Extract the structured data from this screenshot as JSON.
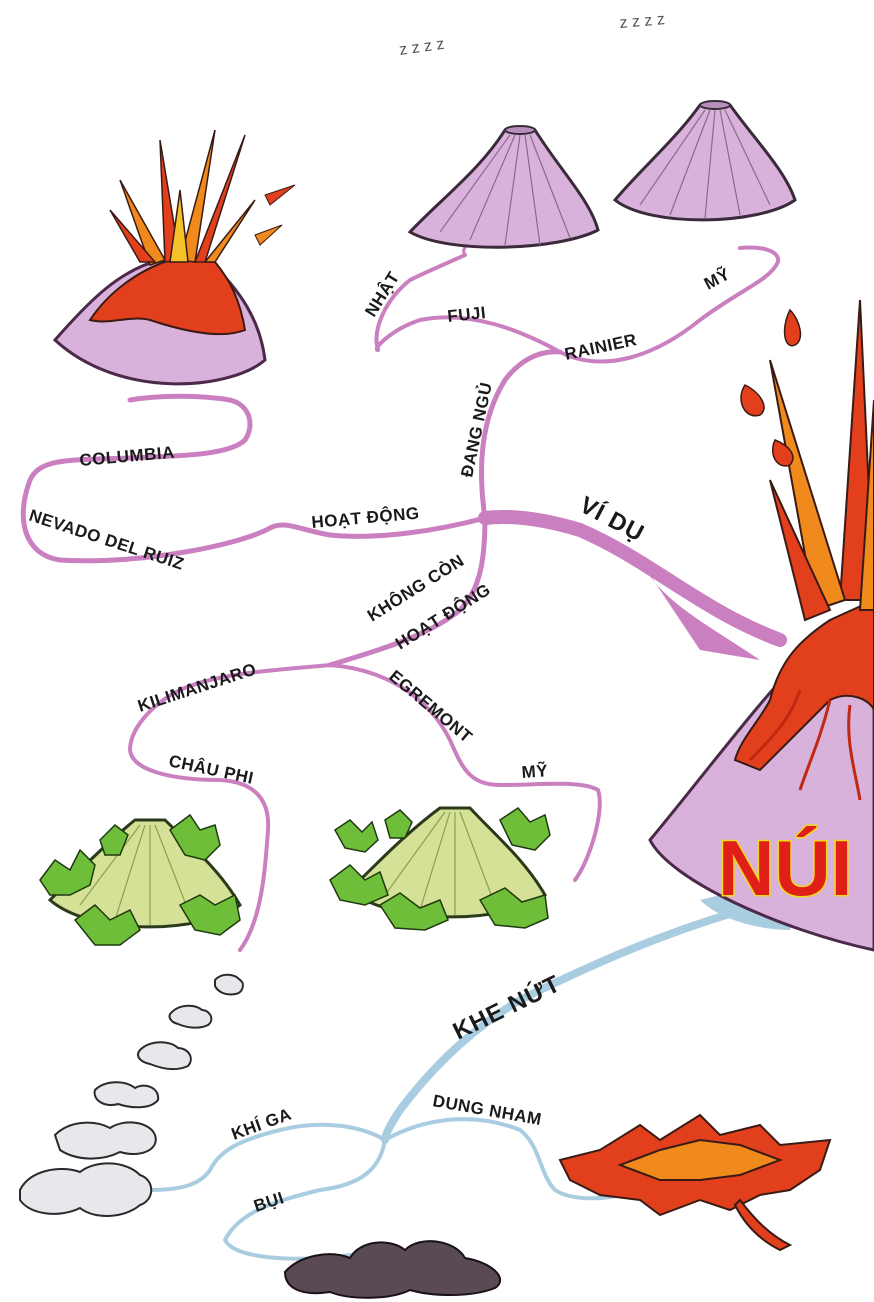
{
  "central": {
    "title": "NÚI"
  },
  "branches": {
    "examples": {
      "label": "VÍ DỤ",
      "dormant": {
        "label": "ĐANG NGỦ",
        "fuji": {
          "name": "FUJI",
          "country": "NHẬT"
        },
        "rainier": {
          "name": "RAINIER",
          "country": "MỸ"
        }
      },
      "active": {
        "label": "HOẠT ĐỘNG",
        "volcano": "NEVADO DEL RUIZ",
        "country": "COLUMBIA"
      },
      "extinct": {
        "label_line1": "KHÔNG CÒN",
        "label_line2": "HOẠT ĐỘNG",
        "kilimanjaro": {
          "name": "KILIMANJARO",
          "region": "CHÂU PHI"
        },
        "egremont": {
          "name": "EGREMONT",
          "country": "MỸ"
        }
      }
    },
    "fissure": {
      "label": "KHE NỨT",
      "gas": "KHÍ GA",
      "dust": "BỤI",
      "lava": "DUNG NHAM"
    }
  },
  "sleep_marks": {
    "left": "z z z z",
    "right": "z z z z"
  },
  "colors": {
    "branch_pink": "#c97fc0",
    "branch_blue": "#a9cde0",
    "volcano_purple": "#d9b2dc",
    "lava_red": "#e2401c",
    "lava_orange": "#f08a1c",
    "flame_yellow": "#f5c22a",
    "foliage_green": "#6fbe3a",
    "cone_green": "#d4e196",
    "smoke_grey": "#e8e8ec",
    "dust_dark": "#5a4a56",
    "title_red": "#e02018"
  }
}
